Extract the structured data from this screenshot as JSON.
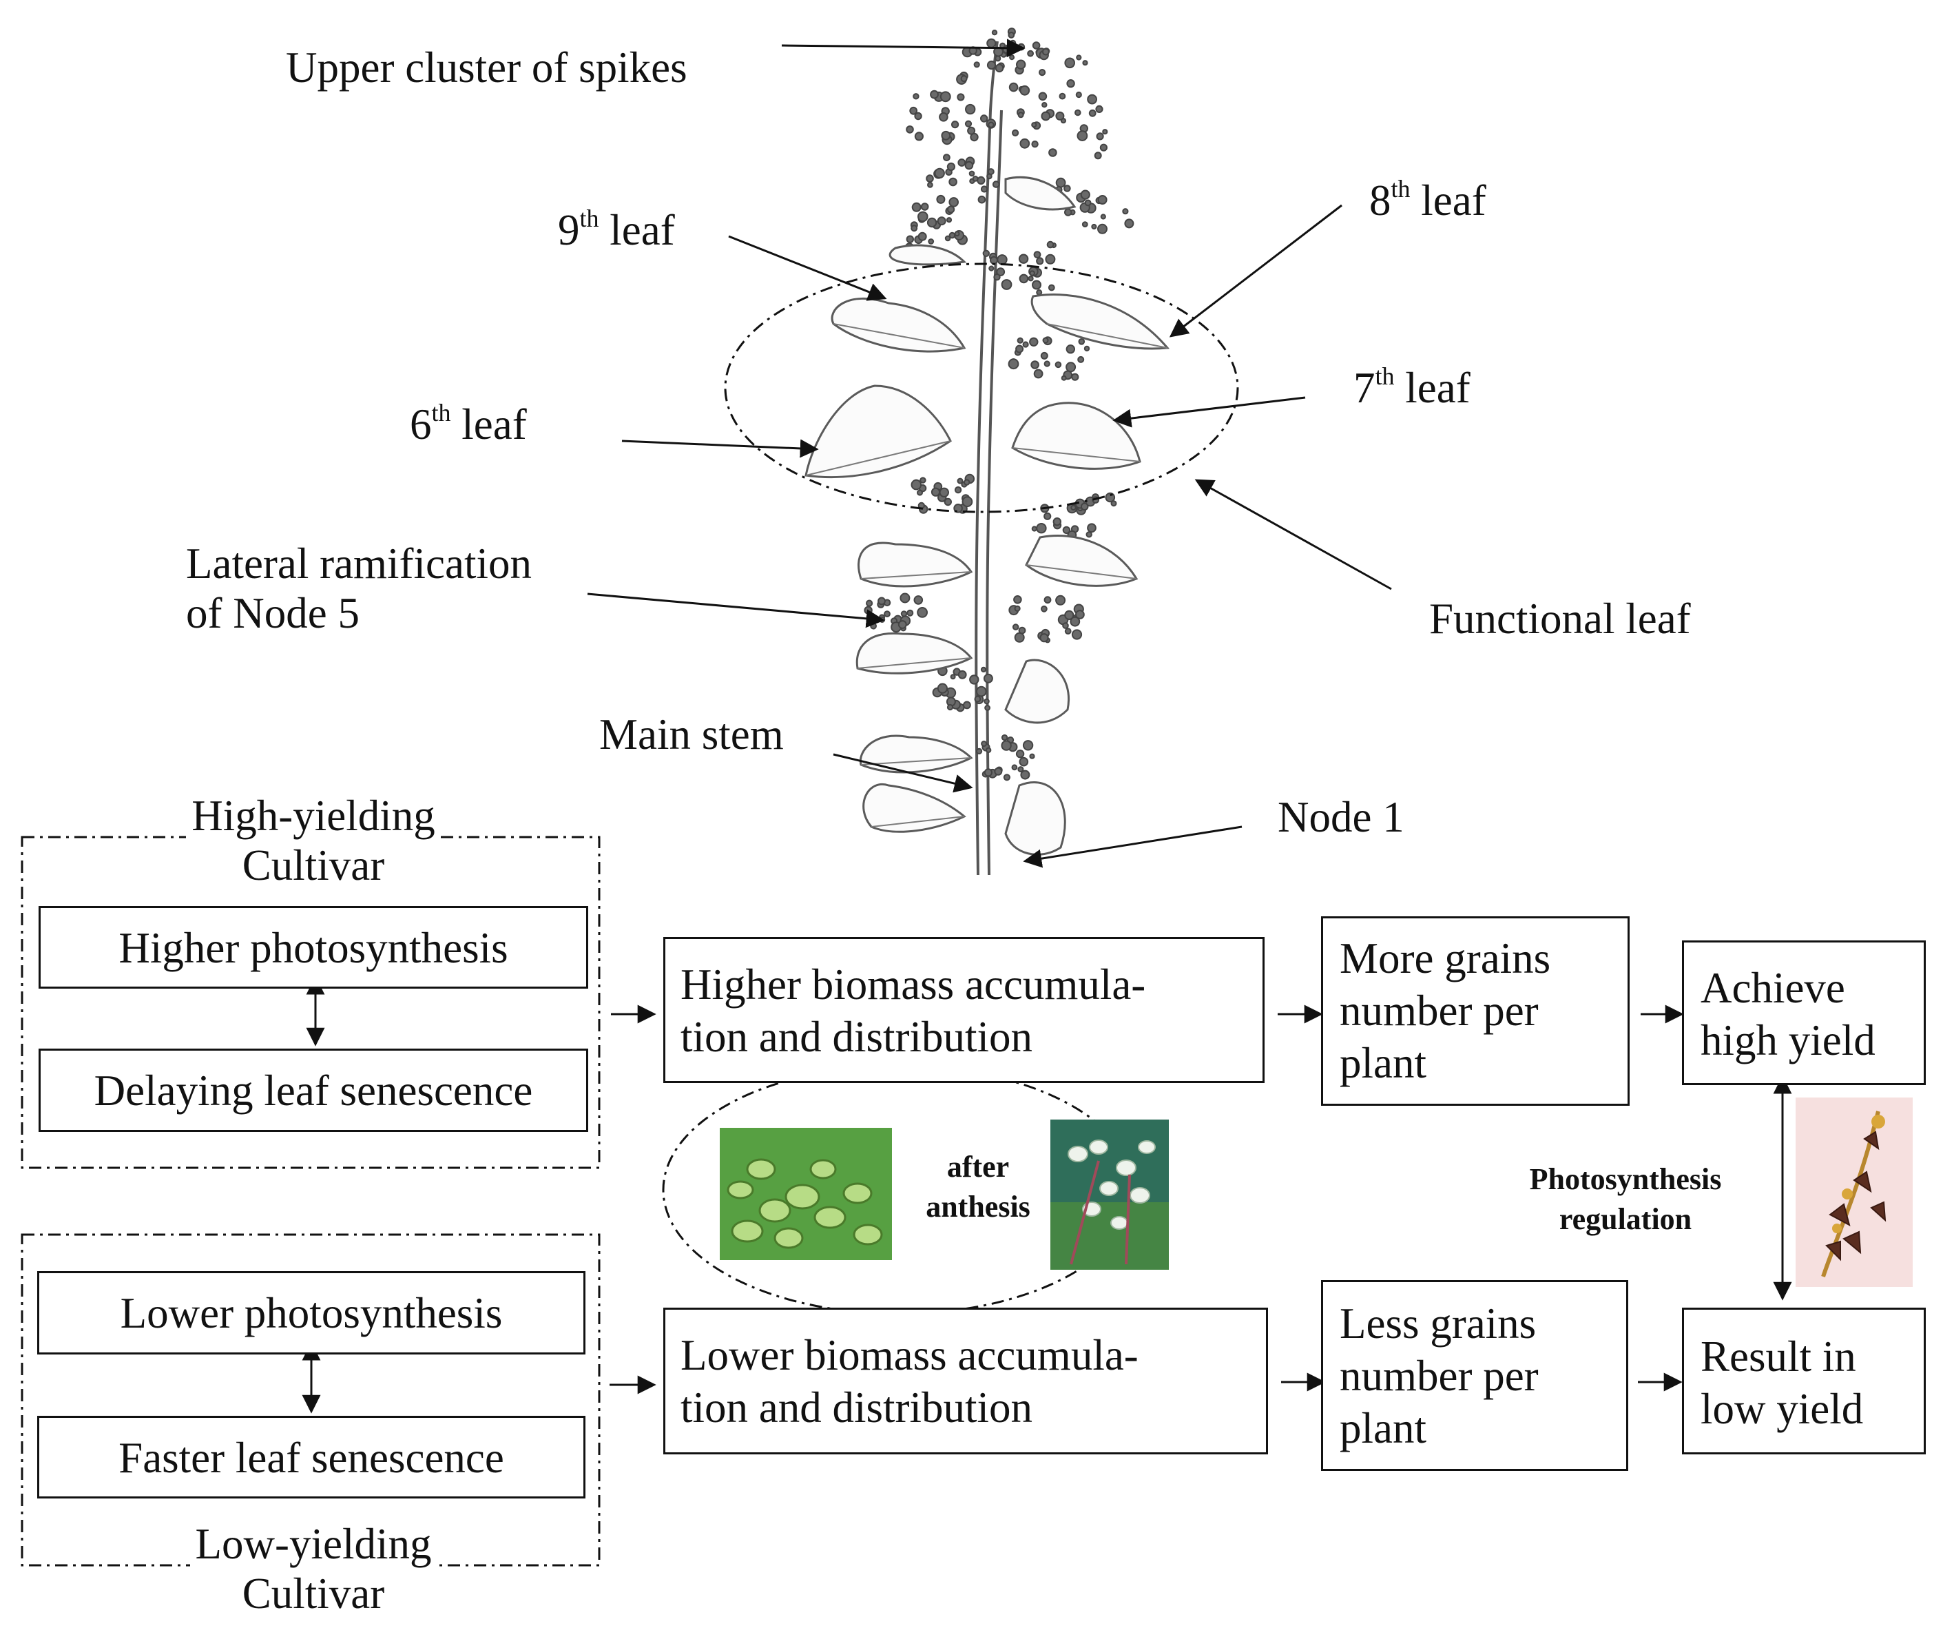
{
  "plant_labels": {
    "upper_cluster": "Upper cluster of spikes",
    "leaf9_num": "9",
    "leaf9_sup": "th",
    "leaf9_word": " leaf",
    "leaf8_num": "8",
    "leaf8_sup": "th",
    "leaf8_word": " leaf",
    "leaf7_num": "7",
    "leaf7_sup": "th",
    "leaf7_word": " leaf",
    "leaf6_num": "6",
    "leaf6_sup": "th",
    "leaf6_word": " leaf",
    "lateral_line1": "Lateral ramification",
    "lateral_line2": "of Node 5",
    "functional_leaf": "Functional leaf",
    "main_stem": "Main stem",
    "node1": "Node 1"
  },
  "high_group": {
    "title_line1": "High-yielding",
    "title_line2": "Cultivar",
    "box1": "Higher photosynthesis",
    "box2": "Delaying leaf senescence"
  },
  "low_group": {
    "title_line1": "Low-yielding",
    "title_line2": "Cultivar",
    "box1": "Lower photosynthesis",
    "box2": "Faster leaf senescence"
  },
  "flow_high": {
    "biomass": "Higher biomass accumula-\ntion and distribution",
    "grains": "More grains\nnumber per\nplant",
    "yield": "Achieve\nhigh yield"
  },
  "flow_low": {
    "biomass": "Lower biomass accumula-\ntion and distribution",
    "grains": "Less grains\nnumber per\nplant",
    "yield": "Result in\nlow yield"
  },
  "after_anthesis": "after\nanthesis",
  "photosynthesis_regulation": "Photosynthesis\nregulation",
  "colors": {
    "line": "#111111",
    "leaf_outline": "#5a5a5a",
    "photo_green_dark": "#2f7d2a",
    "photo_green_light": "#9bd07a",
    "photo_pink": "#f4dcdc",
    "seed_brown": "#5a2d20"
  }
}
